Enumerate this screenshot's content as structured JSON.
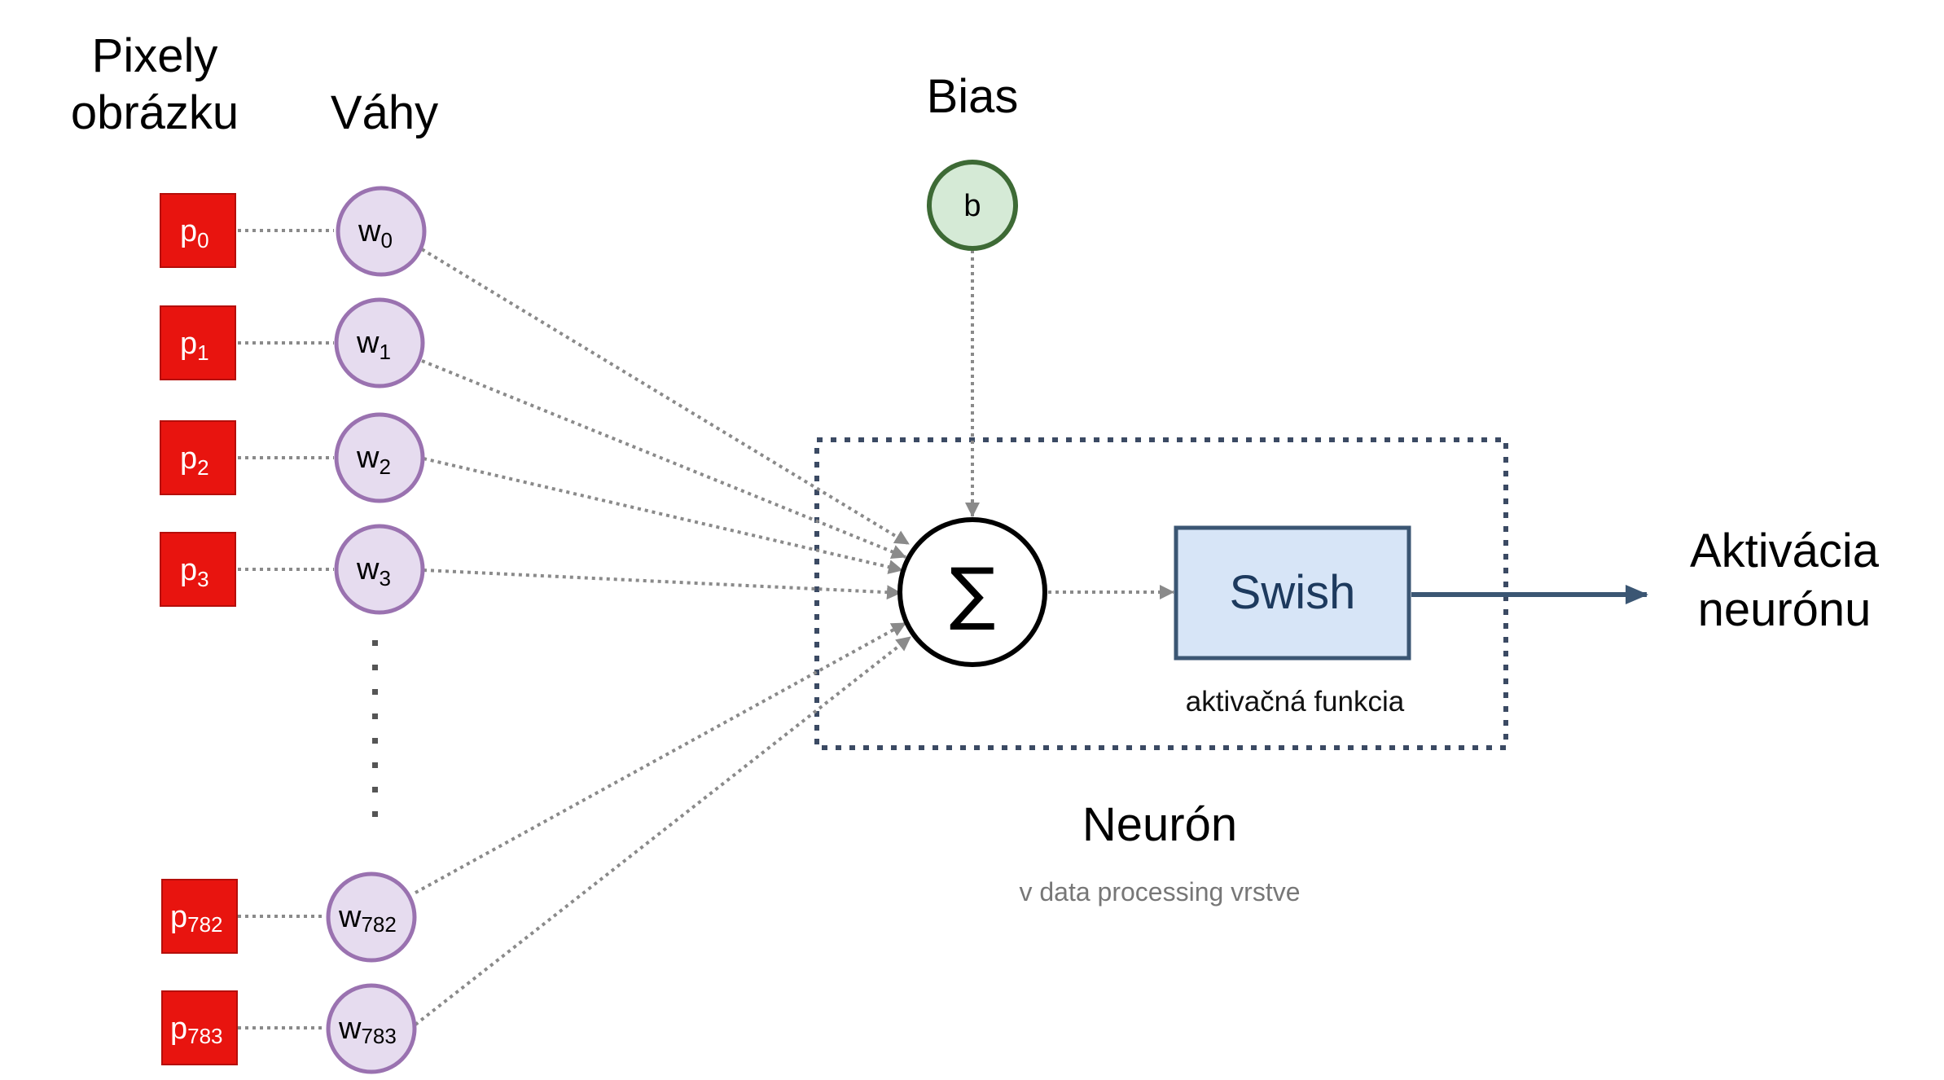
{
  "headers": {
    "pixels_line1": "Pixely",
    "pixels_line2": "obrázku",
    "weights": "Váhy",
    "bias": "Bias"
  },
  "inputs": [
    {
      "pixel": "p",
      "pixel_sub": "0",
      "weight": "w",
      "weight_sub": "0"
    },
    {
      "pixel": "p",
      "pixel_sub": "1",
      "weight": "w",
      "weight_sub": "1"
    },
    {
      "pixel": "p",
      "pixel_sub": "2",
      "weight": "w",
      "weight_sub": "2"
    },
    {
      "pixel": "p",
      "pixel_sub": "3",
      "weight": "w",
      "weight_sub": "3"
    },
    {
      "pixel": "p",
      "pixel_sub": "782",
      "weight": "w",
      "weight_sub": "782"
    },
    {
      "pixel": "p",
      "pixel_sub": "783",
      "weight": "w",
      "weight_sub": "783"
    }
  ],
  "bias_node": "b",
  "sum_symbol": "∑",
  "activation": {
    "name": "Swish",
    "caption": "aktivačná funkcia"
  },
  "output": {
    "line1": "Aktivácia",
    "line2": "neurónu"
  },
  "neuron": {
    "title": "Neurón",
    "subtitle": "v data processing vrstve"
  },
  "colors": {
    "pixel_fill": "#e8140f",
    "weight_fill": "#e6dcef",
    "weight_stroke": "#9a72b0",
    "bias_fill": "#d5ead6",
    "bias_stroke": "#3d6a35",
    "swish_fill": "#d7e5f7",
    "swish_stroke": "#3b5673",
    "swish_text": "#1d3a5e",
    "neuron_border": "#3b4a63",
    "connector": "#8a8a8a",
    "subtitle": "#777777"
  }
}
